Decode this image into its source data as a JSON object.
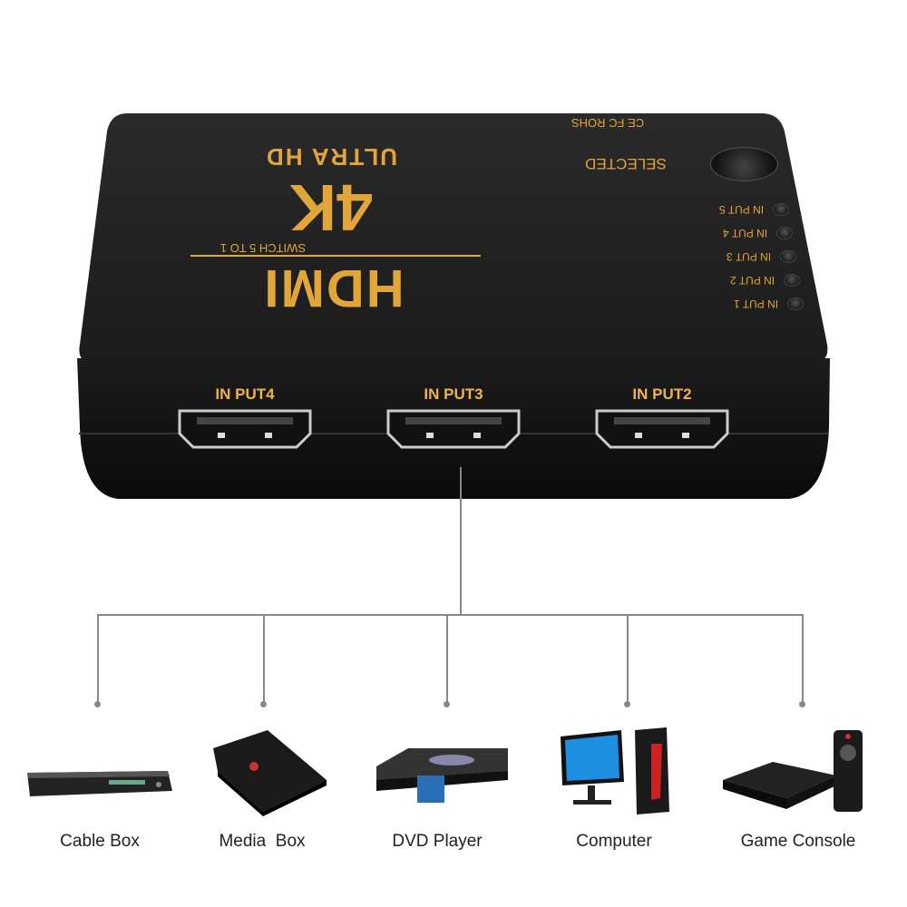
{
  "device": {
    "brand": "HDMI",
    "subtitle": "SWITCH 5 TO 1",
    "resolution": "4K",
    "tagline": "ULTRA HD",
    "button_label": "SELECTED",
    "certifications": "CE FC ROHS",
    "leds": [
      "IN PUT 5",
      "IN PUT 4",
      "IN PUT 3",
      "IN PUT 2",
      "IN PUT 1"
    ],
    "ports": [
      "IN PUT4",
      "IN PUT3",
      "IN PUT2"
    ],
    "accent": "#e2a53a"
  },
  "devices": [
    {
      "label": "Cable Box",
      "icon": "cable-box-icon"
    },
    {
      "label": "Media  Box",
      "icon": "media-box-icon"
    },
    {
      "label": "DVD Player",
      "icon": "dvd-player-icon"
    },
    {
      "label": "Computer",
      "icon": "computer-icon"
    },
    {
      "label": "Game Console",
      "icon": "game-console-icon"
    }
  ]
}
